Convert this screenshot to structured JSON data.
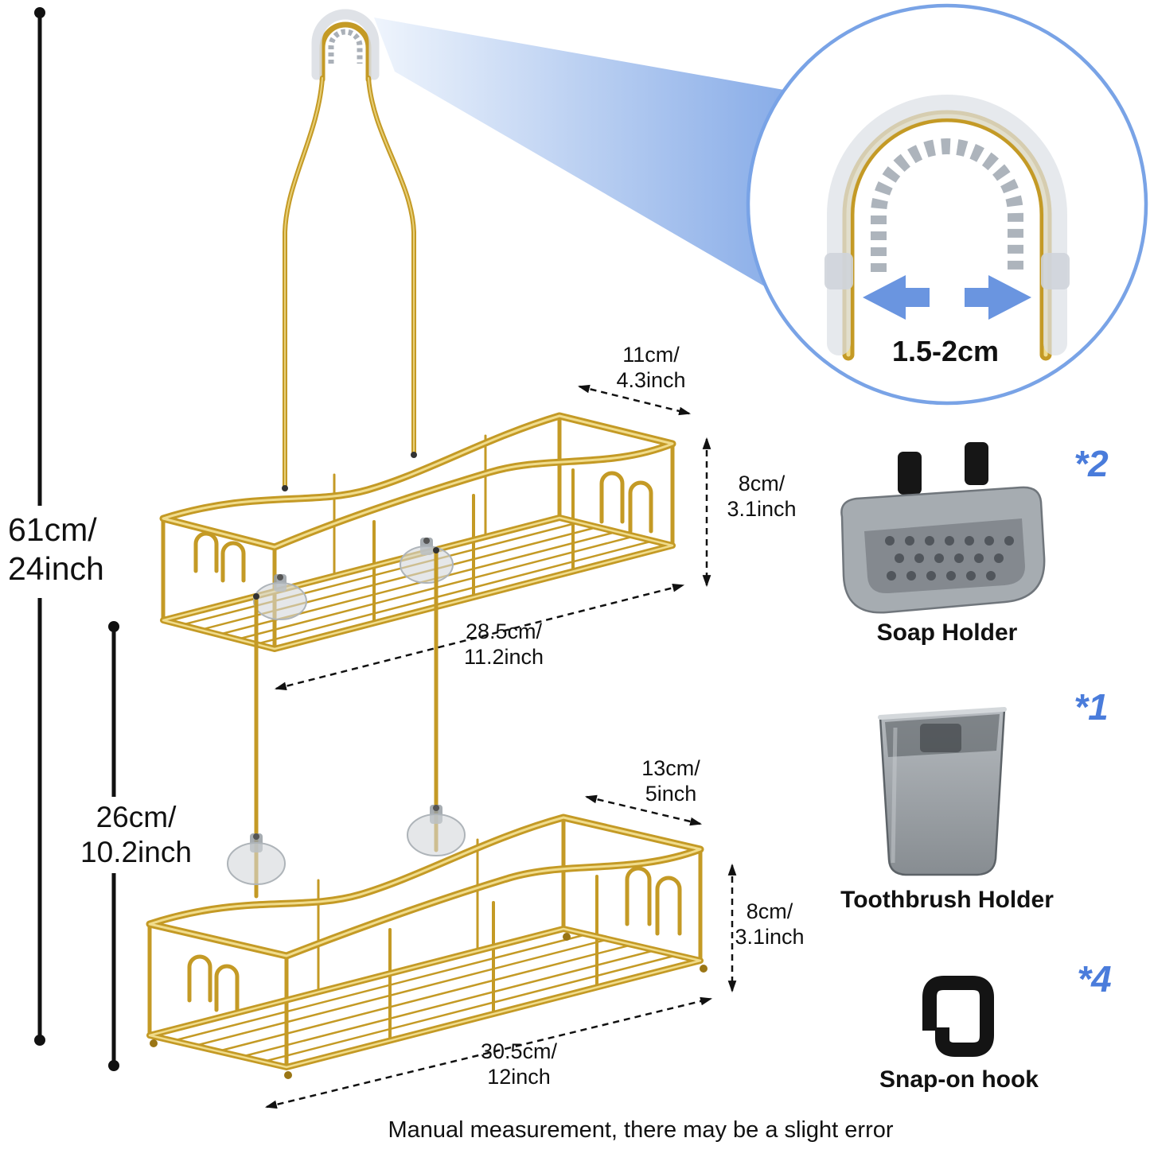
{
  "diagram": {
    "dimensions": {
      "total_height": "61cm/\n24inch",
      "tier_spacing": "26cm/\n10.2inch",
      "top_basket_depth": "11cm/\n4.3inch",
      "top_basket_height": "8cm/\n3.1inch",
      "top_basket_width": "28.5cm/\n11.2inch",
      "bottom_basket_depth": "13cm/\n5inch",
      "bottom_basket_height": "8cm/\n3.1inch",
      "bottom_basket_width": "30.5cm/\n12inch",
      "hook_opening": "1.5-2cm"
    },
    "accessories": [
      {
        "name": "Soap Holder",
        "quantity": "*2"
      },
      {
        "name": "Toothbrush Holder",
        "quantity": "*1"
      },
      {
        "name": "Snap-on hook",
        "quantity": "*4"
      }
    ],
    "footnote": "Manual measurement, there may be a slight error",
    "colors": {
      "gold": "#C49A25",
      "gold_light": "#F0DC8C",
      "gold_dark": "#9A7514",
      "accent_blue": "#4A7CDB",
      "circle_border": "#79A3E6",
      "beam_blue": "#7FA6E6",
      "text": "#111111"
    }
  }
}
